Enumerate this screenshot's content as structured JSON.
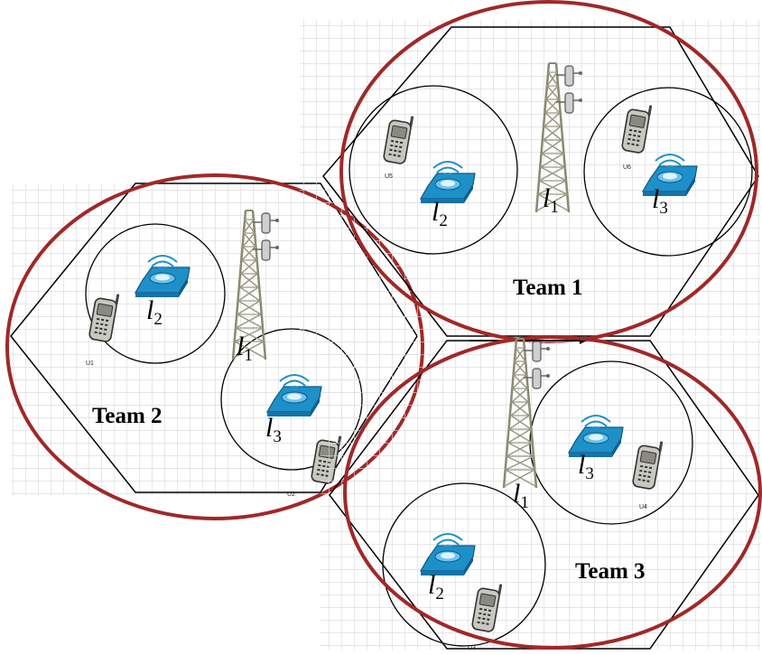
{
  "teams": [
    {
      "id": "team1",
      "label": "Team 1",
      "users": [
        "U5",
        "U6"
      ]
    },
    {
      "id": "team2",
      "label": "Team 2",
      "users": [
        "U1",
        "U2"
      ]
    },
    {
      "id": "team3",
      "label": "Team 3",
      "users": [
        "U3",
        "U4"
      ]
    }
  ],
  "location_symbol": "l",
  "location_indices": {
    "tower": "1",
    "left_ap": "2",
    "right_ap": "3"
  },
  "colors": {
    "team_ellipse": "#A02828",
    "grid": "#d8d8d8",
    "access_point": "#1E90C8",
    "tower": "#9a9a84",
    "phone": "#777777"
  },
  "icons": {
    "tower": "cell-tower-icon",
    "access_point": "wireless-access-point-icon",
    "phone": "mobile-phone-icon"
  }
}
